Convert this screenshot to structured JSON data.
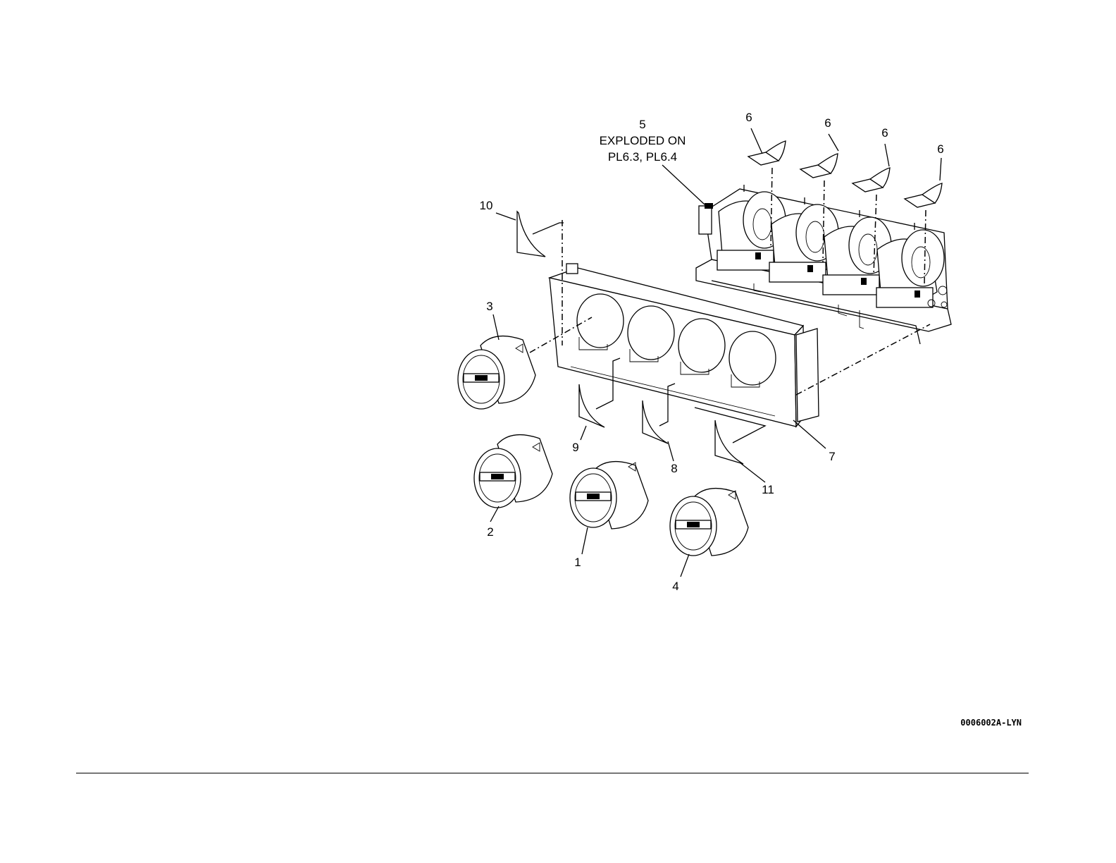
{
  "callouts": {
    "c1": "1",
    "c2": "2",
    "c3": "3",
    "c4": "4",
    "c5": "5",
    "c5_note_line1": "EXPLODED ON",
    "c5_note_line2": "PL6.3, PL6.4",
    "c6": "6",
    "c7": "7",
    "c8": "8",
    "c9": "9",
    "c10": "10",
    "c11": "11"
  },
  "figure_code": "0006002A-LYN"
}
